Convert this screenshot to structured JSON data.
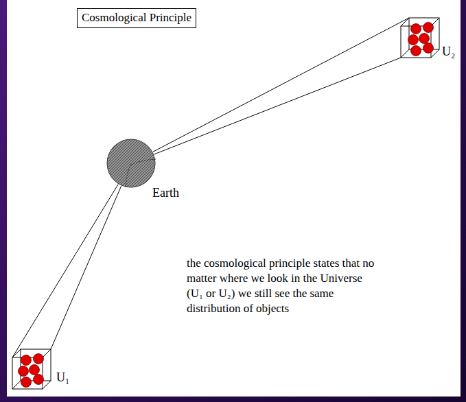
{
  "diagram": {
    "title": "Cosmological Principle",
    "nodes": [
      {
        "text": [
          "Earth"
        ]
      },
      {
        "text": [
          "U₁"
        ]
      },
      {
        "text": [
          "U₂"
        ]
      }
    ],
    "edges": [
      {
        "from": 0,
        "to": 1,
        "arrow": "none"
      },
      {
        "from": 0,
        "to": 2,
        "arrow": "none"
      }
    ],
    "labels": [
      "the cosmological principle states that no matter where we look in the Universe (U₁ or U₂) we still see the same distribution of objects"
    ]
  }
}
